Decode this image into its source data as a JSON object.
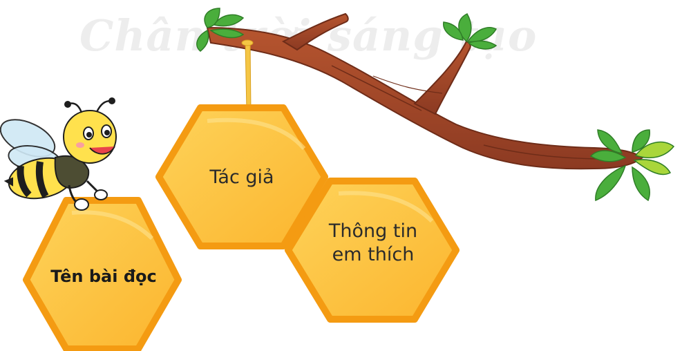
{
  "watermark": "Chân trời sáng tạo",
  "hexagons": [
    {
      "id": "ten-bai-doc",
      "label": "Tên bài đọc"
    },
    {
      "id": "tac-gia",
      "label": "Tác giả"
    },
    {
      "id": "thong-tin",
      "label_line1": "Thông tin",
      "label_line2": "em thích"
    }
  ],
  "colors": {
    "hex_fill": "#fcc13a",
    "hex_border": "#f5a216",
    "branch": "#a0462a",
    "leaf": "#4aae3c",
    "leaf_light": "#a9d63b",
    "bee_yellow": "#ffe14d"
  }
}
